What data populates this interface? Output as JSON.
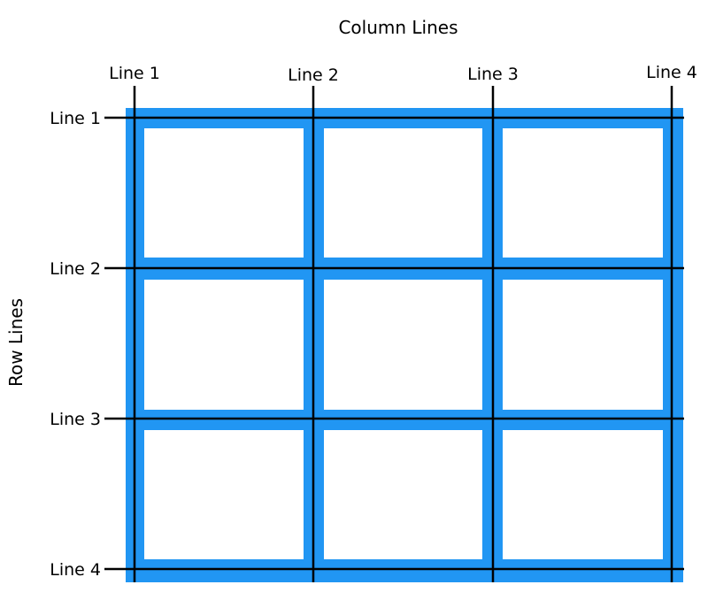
{
  "diagram": {
    "column_title": "Column Lines",
    "row_title": "Row Lines",
    "column_lines": [
      {
        "label": "Line 1"
      },
      {
        "label": "Line 2"
      },
      {
        "label": "Line 3"
      },
      {
        "label": "Line 4"
      }
    ],
    "row_lines": [
      {
        "label": "Line 1"
      },
      {
        "label": "Line 2"
      },
      {
        "label": "Line 3"
      },
      {
        "label": "Line 4"
      }
    ],
    "grid": {
      "columns": 3,
      "rows": 3
    },
    "colors": {
      "grid_background": "#2196f3",
      "cell_fill": "#ffffff",
      "line_color": "#000000"
    }
  }
}
